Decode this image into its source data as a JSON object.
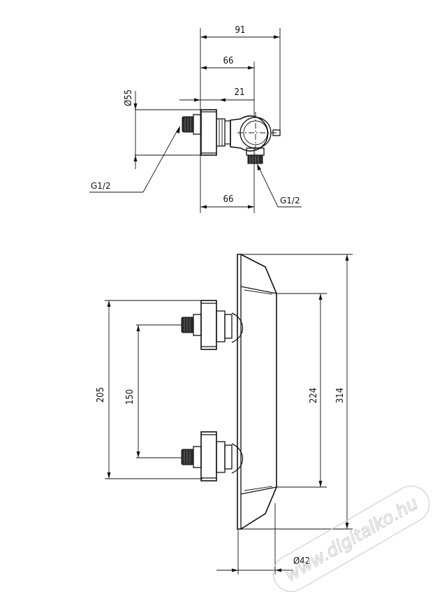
{
  "top_view": {
    "dim_overall": "91",
    "dim_middle": "66",
    "dim_outlet": "21",
    "dim_diameter": "Ø55",
    "dim_bottom": "66",
    "thread_left": "G1/2",
    "thread_right": "G1/2"
  },
  "front_view": {
    "dim_outer_spacing": "205",
    "dim_inner_spacing": "150",
    "dim_body_height": "224",
    "dim_total_height": "314",
    "dim_body_diameter": "Ø42"
  },
  "watermark": {
    "text": "www.digitalko.hu"
  }
}
